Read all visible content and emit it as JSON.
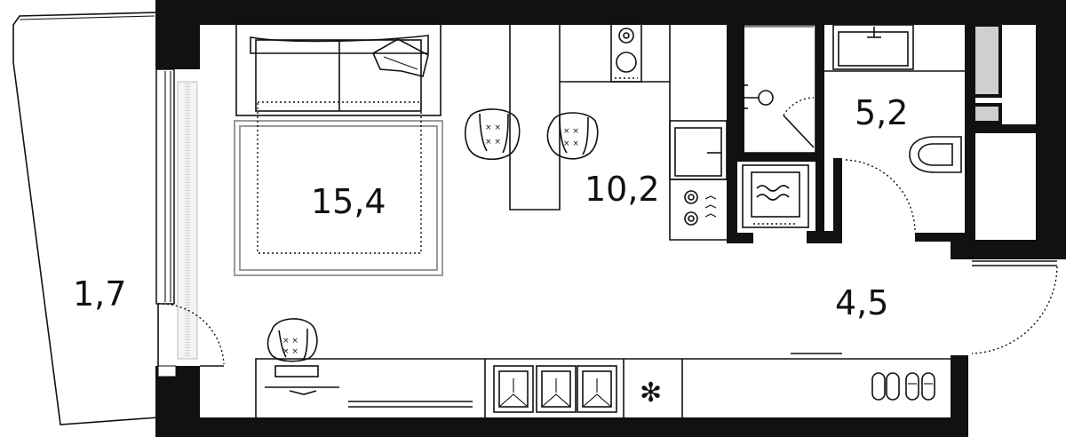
{
  "rooms": [
    {
      "id": "balcony",
      "area": "1,7"
    },
    {
      "id": "living-room",
      "area": "15,4"
    },
    {
      "id": "kitchen",
      "area": "10,2"
    },
    {
      "id": "bathroom",
      "area": "5,2"
    },
    {
      "id": "hallway",
      "area": "4,5"
    }
  ],
  "colors": {
    "wall": "#111111",
    "line": "#111111",
    "rug": "#9a9a9a",
    "window_glass": "#cfcfcf",
    "background": "#ffffff"
  }
}
